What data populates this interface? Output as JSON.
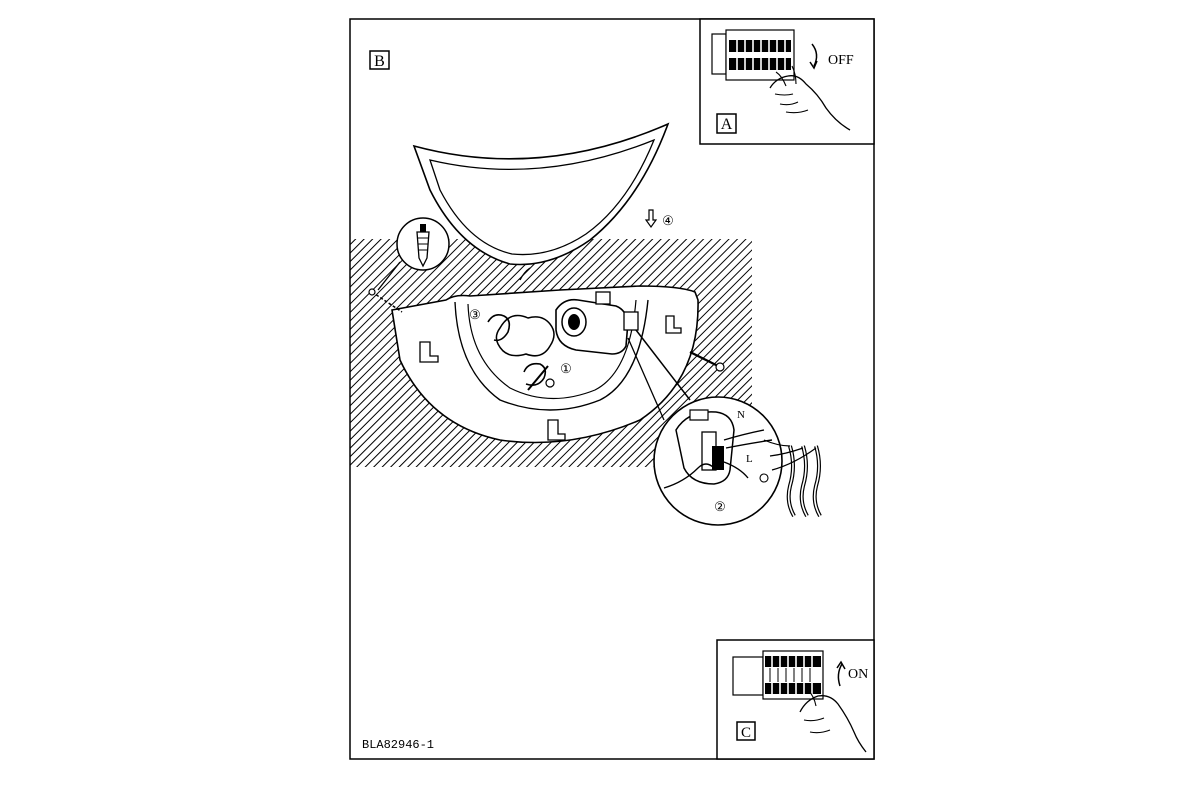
{
  "panels": {
    "main_label": "B",
    "switch_off_label": "A",
    "switch_on_label": "C"
  },
  "switch_states": {
    "off": "OFF",
    "on": "ON"
  },
  "steps": [
    "①",
    "②",
    "③",
    "④"
  ],
  "wire_labels": {
    "neutral": "N",
    "live": "L"
  },
  "document_code": "BLA82946-1",
  "colors": {
    "ink": "#000000",
    "paper": "#ffffff"
  }
}
